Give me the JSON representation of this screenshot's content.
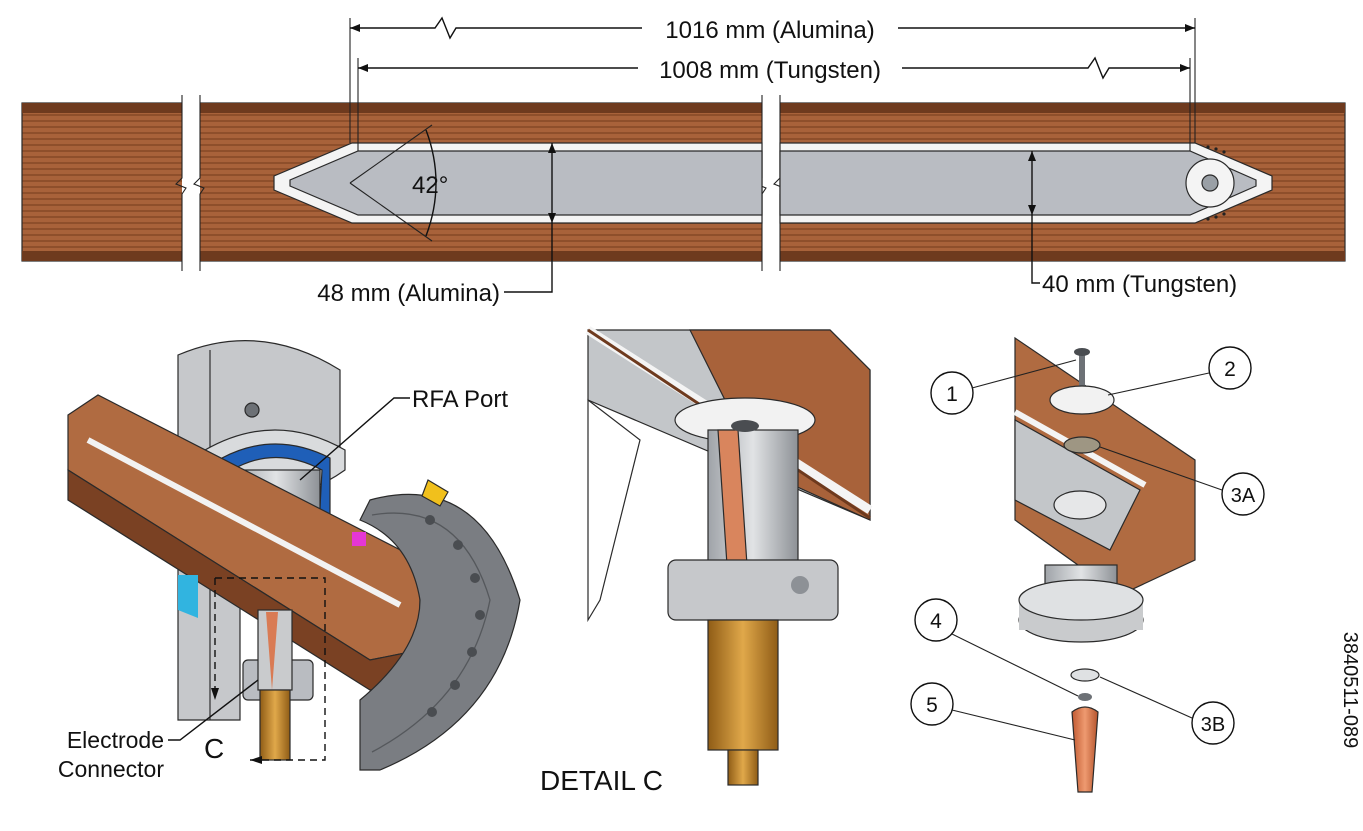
{
  "dimensions": {
    "alumina_length": "1016 mm (Alumina)",
    "tungsten_length": "1008 mm (Tungsten)",
    "angle": "42°",
    "alumina_width": "48 mm (Alumina)",
    "tungsten_width": "40 mm (Tungsten)"
  },
  "labels": {
    "rfa_port": "RFA Port",
    "electrode_line1": "Electrode",
    "electrode_line2": "Connector",
    "section_letter": "C",
    "detail": "DETAIL  C",
    "figure_id": "3840511-089"
  },
  "callouts": [
    "1",
    "2",
    "3A",
    "4",
    "5",
    "3B"
  ],
  "colors": {
    "copper": "#a8623a",
    "copper_dark": "#6e3a1e",
    "alumina_white": "#f4f4f4",
    "tungsten_gray": "#b9bcc2",
    "steel": "#c8cacd",
    "rfa_blue": "#1f5fb8",
    "brass": "#c98a2e"
  }
}
